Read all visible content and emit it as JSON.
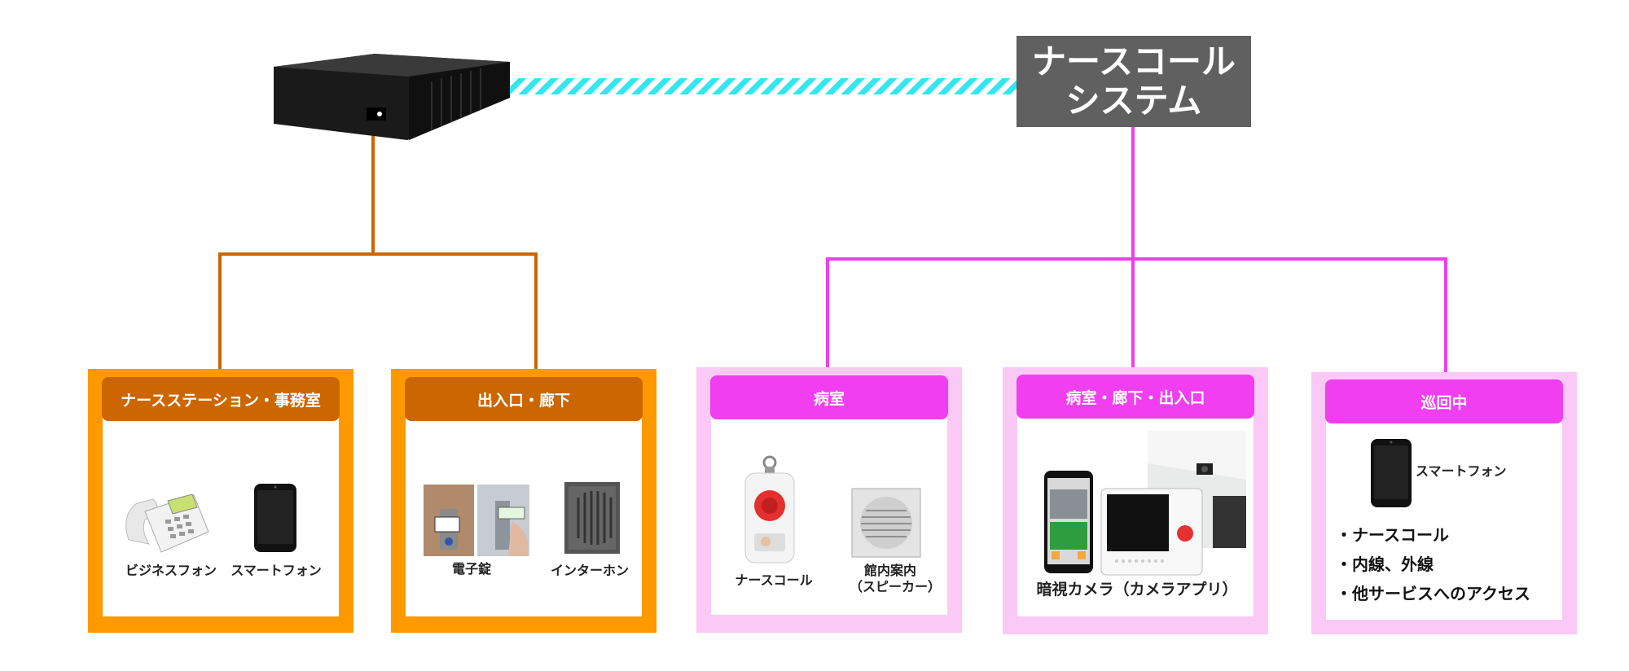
{
  "nurse_call_system": {
    "line1": "ナースコール",
    "line2": "システム"
  },
  "server": {
    "icon": "server-box-icon"
  },
  "groups": [
    {
      "title": "ナースステーション・事務室",
      "items": [
        "ビジネスフォン",
        "スマートフォン"
      ]
    },
    {
      "title": "出入口・廊下",
      "items": [
        "電子錠",
        "インターホン"
      ]
    },
    {
      "title": "病室",
      "items": [
        "ナースコール",
        "館内案内",
        "（スピーカー）"
      ]
    },
    {
      "title": "病室・廊下・出入口",
      "items": [
        "暗視カメラ（カメラアプリ）"
      ]
    },
    {
      "title": "巡回中",
      "items": [
        "スマートフォン"
      ],
      "bullets": [
        "・ナースコール",
        "・内線、外線",
        "・他サービスへのアクセス"
      ]
    }
  ],
  "colors": {
    "orange_line": "#cc6600",
    "orange_frame": "#ff9900",
    "pink_line": "#f03ef0",
    "pink_frame": "#fbc9f6",
    "cyan_link": "#33e6ef",
    "system_box": "#606060"
  }
}
